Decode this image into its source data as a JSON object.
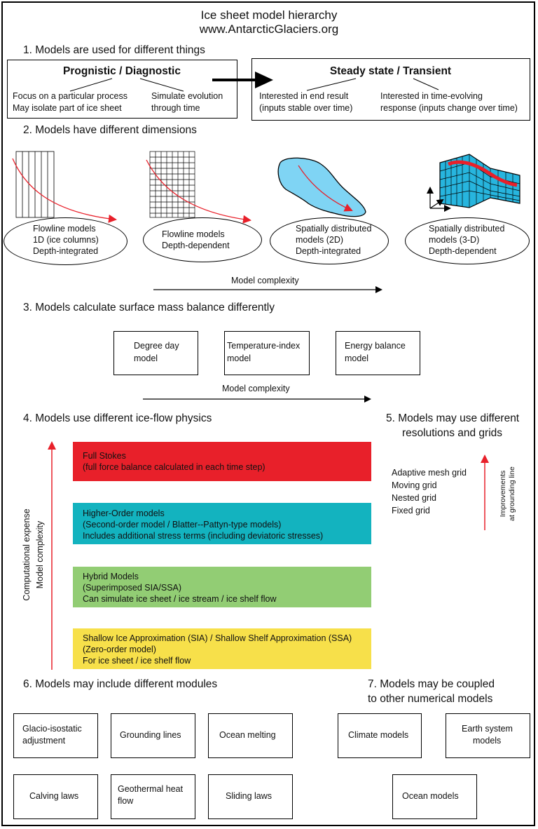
{
  "header": {
    "title": "Ice sheet model hierarchy",
    "website": "www.AntarcticGlaciers.org"
  },
  "section1": {
    "heading": "1. Models are used for different things",
    "left_box": {
      "title": "Prognistic / Diagnostic",
      "col1_line1": "Focus on a particular process",
      "col1_line2": "May isolate part of ice sheet",
      "col2_line1": "Simulate evolution",
      "col2_line2": "through time"
    },
    "right_box": {
      "title": "Steady state / Transient",
      "col1_line1": "Interested in end result",
      "col1_line2": "(inputs stable over time)",
      "col2_line1": "Interested in time-evolving",
      "col2_line2": "response (inputs change over time)"
    }
  },
  "section2": {
    "heading": "2. Models have different dimensions",
    "models": [
      {
        "line1": "Flowline models",
        "line2": "1D (ice columns)",
        "line3": "Depth-integrated"
      },
      {
        "line1": "Flowline models",
        "line2": "Depth-dependent"
      },
      {
        "line1": "Spatially distributed",
        "line2": "models (2D)",
        "line3": "Depth-integrated"
      },
      {
        "line1": "Spatially distributed",
        "line2": "models (3-D)",
        "line3": "Depth-dependent"
      }
    ],
    "complexity_label": "Model complexity"
  },
  "section3": {
    "heading": "3. Models calculate surface mass balance differently",
    "boxes": [
      {
        "line1": "Degree day",
        "line2": "model"
      },
      {
        "line1": "Temperature-index",
        "line2": "model"
      },
      {
        "line1": "Energy balance",
        "line2": "model"
      }
    ],
    "complexity_label": "Model complexity"
  },
  "section4": {
    "heading": "4. Models use different ice-flow physics",
    "axis_label_1": "Computational expense",
    "axis_label_2": "Model complexity",
    "bars": [
      {
        "line1": "Full Stokes",
        "line2": "(full force balance calculated in each time step)",
        "color": "#e8202a"
      },
      {
        "line1": "Higher-Order models",
        "line2": "(Second-order model / Blatter--Pattyn-type models)",
        "line3": "Includes additional stress terms (including deviatoric stresses)",
        "color": "#13b3bf"
      },
      {
        "line1": "Hybrid Models",
        "line2": "(Superimposed SIA/SSA)",
        "line3": "Can simulate ice sheet / ice stream / ice shelf flow",
        "color": "#92cd74"
      },
      {
        "line1": "Shallow Ice Approximation (SIA) / Shallow Shelf Approximation (SSA)",
        "line2": "(Zero-order model)",
        "line3": "For ice sheet / ice shelf flow",
        "color": "#f7e04a"
      }
    ]
  },
  "section5": {
    "heading_line1": "5. Models may use different",
    "heading_line2": "resolutions and grids",
    "grids": [
      "Adaptive mesh grid",
      "Moving grid",
      "Nested grid",
      "Fixed grid"
    ],
    "arrow_label_1": "Improvements",
    "arrow_label_2": "at grounding line"
  },
  "section6": {
    "heading": "6. Models may include different modules",
    "modules": [
      {
        "line1": "Glacio-isostatic",
        "line2": "adjustment"
      },
      {
        "line1": "Grounding lines"
      },
      {
        "line1": "Ocean melting"
      },
      {
        "line1": "Calving laws"
      },
      {
        "line1": "Geothermal heat",
        "line2": "flow"
      },
      {
        "line1": "Sliding laws"
      }
    ]
  },
  "section7": {
    "heading_line1": "7. Models may be coupled",
    "heading_line2": "to other numerical models",
    "models": [
      {
        "line1": "Climate models"
      },
      {
        "line1": "Earth system",
        "line2": "models"
      },
      {
        "line1": "Ocean models"
      }
    ]
  },
  "colors": {
    "arrow_red": "#e8202a",
    "ice_blue": "#7fd4f4",
    "mesh_blue": "#27b5de"
  }
}
